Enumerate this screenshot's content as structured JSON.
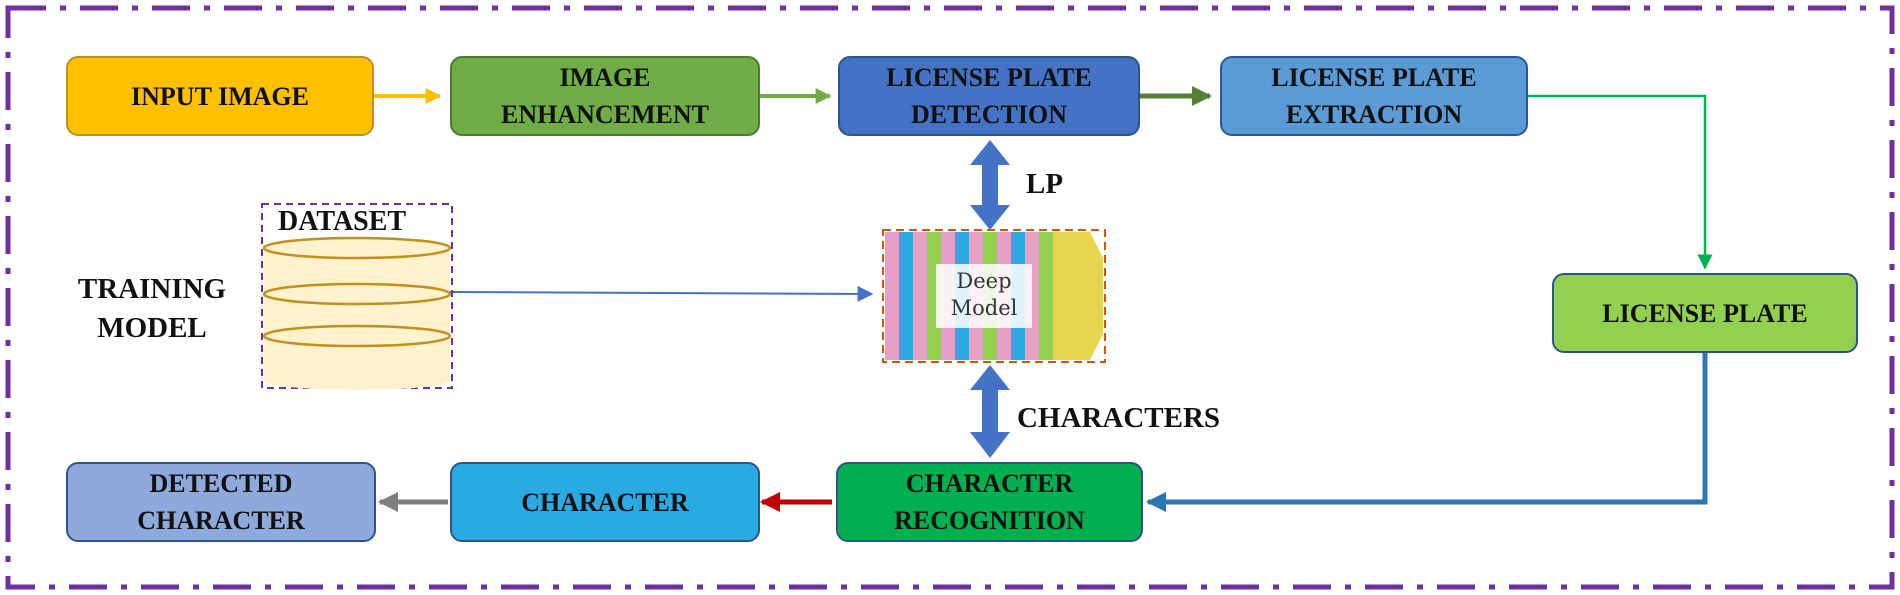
{
  "boxes": {
    "input_image": {
      "label": "INPUT IMAGE",
      "fill": "#FFC000",
      "border": "#C09020"
    },
    "image_enhancement": {
      "label": "IMAGE\nENHANCEMENT",
      "fill": "#70AD47",
      "border": "#4F7A33"
    },
    "lp_detection": {
      "label": "LICENSE PLATE\nDETECTION",
      "fill": "#4472C4",
      "border": "#2F528F"
    },
    "lp_extraction": {
      "label": "LICENSE PLATE\nEXTRACTION",
      "fill": "#5B9BD5",
      "border": "#2F5597"
    },
    "license_plate": {
      "label": "LICENSE PLATE",
      "fill": "#92D050",
      "border": "#2F528F"
    },
    "char_recognition": {
      "label": "CHARACTER\nRECOGNITION",
      "fill": "#00B050",
      "border": "#2F528F"
    },
    "character": {
      "label": "CHARACTER",
      "fill": "#29ABE2",
      "border": "#2F528F"
    },
    "detected_character": {
      "label": "DETECTED\nCHARACTER",
      "fill": "#8EA9DB",
      "border": "#2F528F"
    }
  },
  "labels": {
    "lp": "LP",
    "characters": "CHARACTERS",
    "dataset": "DATASET",
    "training_model": "TRAINING MODEL"
  },
  "deep_model": {
    "line1": "Deep",
    "line2": "Model"
  },
  "colors": {
    "frame": "#7030A0",
    "dataset_fill": "#FFF2CC",
    "dataset_rings": "#C09020",
    "double_arrow": "#4472C4",
    "arrow_input_to_enh": "#FFC000",
    "arrow_enh_to_det": "#70AD47",
    "arrow_det_to_ext": "#548235",
    "arrow_ext_to_lp": "#00B050",
    "arrow_lp_to_rec": "#2E75B6",
    "arrow_rec_to_char": "#C00000",
    "arrow_char_to_det": "#7F7F7F",
    "arrow_dataset_to_model": "#4472C4"
  }
}
